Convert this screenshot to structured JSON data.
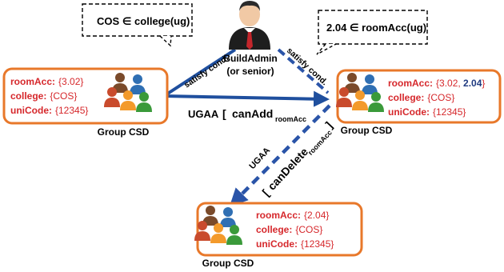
{
  "colors": {
    "box_border": "#e8782a",
    "attr_text": "#d6282c",
    "value_text": "#d6282c",
    "highlight_value": "#1f3a80",
    "arrow_solid": "#1f4f9e",
    "arrow_dashed": "#2a54a8",
    "callout_border": "#000000",
    "label_text": "#000000"
  },
  "admin": {
    "name_line1": "BuildAdmin",
    "name_line2": "(or senior)"
  },
  "callouts": {
    "left": "COS ∈ college(ug)",
    "right": "2.04 ∈ roomAcc(ug)"
  },
  "edges": {
    "left_condition": "satisfy cond.",
    "right_condition": "satisfy cond.",
    "add_label_prefix": "UGAA",
    "add_label_bracket": "[",
    "add_label_op": "canAdd",
    "add_label_sub": "roomAcc",
    "delete_label_prefix": "UGAA",
    "delete_label_bracket": "[",
    "delete_label_op": "canDelete",
    "delete_label_sub": "roomAcc",
    "delete_label_close": "]"
  },
  "groups": {
    "left": {
      "caption": "Group CSD",
      "attrs": [
        {
          "name": "roomAcc:",
          "value": "{3.02}"
        },
        {
          "name": "college:",
          "value": "{COS}"
        },
        {
          "name": "uniCode:",
          "value": "{12345}"
        }
      ]
    },
    "right": {
      "caption": "Group CSD",
      "roomAcc_name": "roomAcc:",
      "roomAcc_open": "{3.02, ",
      "roomAcc_new": "2.04",
      "roomAcc_close": "}",
      "attrs": [
        {
          "name": "college:",
          "value": "{COS}"
        },
        {
          "name": "uniCode:",
          "value": "{12345}"
        }
      ]
    },
    "bottom": {
      "caption": "Group CSD",
      "attrs": [
        {
          "name": "roomAcc:",
          "value": "{2.04}"
        },
        {
          "name": "college:",
          "value": "{COS}"
        },
        {
          "name": "uniCode:",
          "value": "{12345}"
        }
      ]
    }
  }
}
